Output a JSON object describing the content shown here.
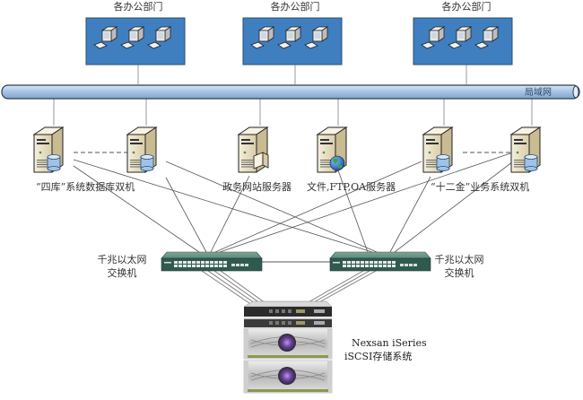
{
  "departments": [
    {
      "label": "各办公部门",
      "computers": 3
    },
    {
      "label": "各办公部门",
      "computers": 3
    },
    {
      "label": "各办公部门",
      "computers": 3
    }
  ],
  "lan": {
    "label": "局域网"
  },
  "servers": [
    {
      "id": "db1",
      "badge": "database"
    },
    {
      "id": "db2",
      "badge": "database"
    },
    {
      "id": "web",
      "badge": "folder"
    },
    {
      "id": "file",
      "badge": "globe"
    },
    {
      "id": "biz1",
      "badge": "database"
    },
    {
      "id": "biz2",
      "badge": "database"
    }
  ],
  "server_labels": {
    "db_pair": "“四库”系统数据库双机",
    "web": "政务网站服务器",
    "file": "文件,FTP,OA服务器",
    "biz_pair": "“十二金”业务系统双机"
  },
  "switches": [
    {
      "label_line1": "千兆以太网",
      "label_line2": "交换机"
    },
    {
      "label_line1": "千兆以太网",
      "label_line2": "交换机"
    }
  ],
  "storage": {
    "label_line1": "Nexsan iSeries",
    "label_line2": "iSCSI存储系统"
  },
  "colors": {
    "dept_box": "#3f7fbf",
    "lan_bar": "#a9c6e6",
    "switch": "#5d8a78",
    "server_body": "#e8dfc4",
    "line": "#555555"
  }
}
